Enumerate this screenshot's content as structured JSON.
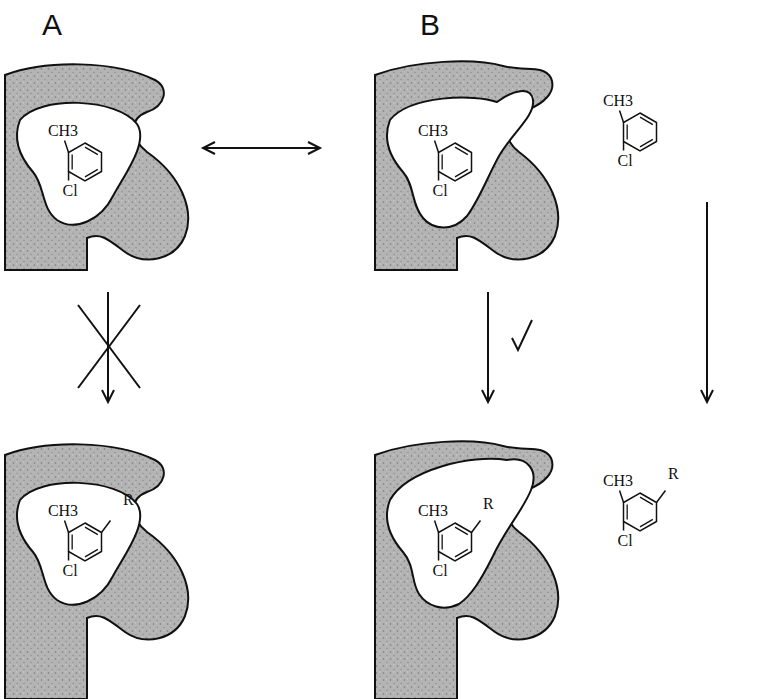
{
  "diagram": {
    "nodes": [
      {
        "text": [
          "CH3",
          "Cl"
        ]
      },
      {
        "text": [
          "CH3",
          "Cl"
        ]
      },
      {
        "text": [
          "CH3",
          "Cl"
        ]
      },
      {
        "text": [
          "CH3",
          "Cl",
          "R"
        ]
      },
      {
        "text": [
          "CH3",
          "Cl",
          "R"
        ]
      },
      {
        "text": [
          "CH3",
          "Cl",
          "R"
        ]
      }
    ],
    "edges": [
      {
        "from": 0,
        "to": 1,
        "arrow": "both"
      },
      {
        "from": 0,
        "to": 3,
        "arrow": "to"
      },
      {
        "from": 1,
        "to": 4,
        "arrow": "to"
      },
      {
        "from": 2,
        "to": 5,
        "arrow": "to"
      }
    ],
    "labels": [
      "A",
      "B"
    ]
  }
}
